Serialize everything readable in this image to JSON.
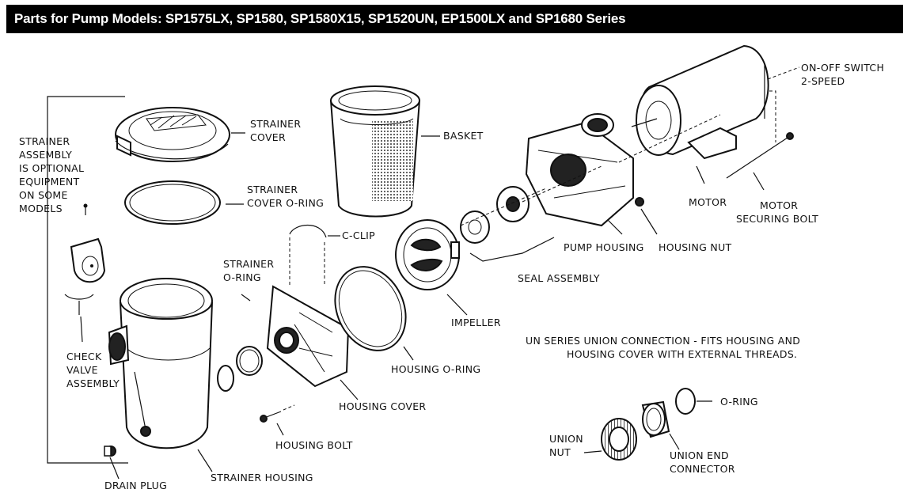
{
  "header": {
    "title": "Parts for Pump Models: SP1575LX, SP1580, SP1580X15, SP1520UN, EP1500LX and SP1680 Series",
    "background_color": "#000000",
    "text_color": "#ffffff"
  },
  "labels": {
    "strainer_assembly_note": [
      "STRAINER",
      "ASSEMBLY",
      "IS OPTIONAL",
      "EQUIPMENT",
      "ON SOME",
      "MODELS"
    ],
    "strainer_cover": [
      "STRAINER",
      "COVER"
    ],
    "strainer_cover_oring": [
      "STRAINER",
      "COVER O-RING"
    ],
    "basket": "BASKET",
    "c_clip": "C-CLIP",
    "strainer_oring": [
      "STRAINER",
      "O-RING"
    ],
    "check_valve_assembly": [
      "CHECK",
      "VALVE",
      "ASSEMBLY"
    ],
    "drain_plug": "DRAIN PLUG",
    "strainer_housing": "STRAINER HOUSING",
    "housing_bolt": "HOUSING BOLT",
    "housing_cover": "HOUSING COVER",
    "housing_oring": "HOUSING O-RING",
    "impeller": "IMPELLER",
    "seal_assembly": "SEAL ASSEMBLY",
    "pump_housing": "PUMP HOUSING",
    "housing_nut": "HOUSING NUT",
    "motor": "MOTOR",
    "motor_securing_bolt": [
      "MOTOR",
      "SECURING BOLT"
    ],
    "on_off_switch": [
      "ON-OFF SWITCH",
      "2-SPEED"
    ],
    "un_series_note": [
      "UN SERIES UNION CONNECTION - FITS HOUSING AND",
      "HOUSING COVER WITH EXTERNAL THREADS."
    ],
    "o_ring": "O-RING",
    "union_nut": [
      "UNION",
      "NUT"
    ],
    "union_end_connector": [
      "UNION END",
      "CONNECTOR"
    ]
  }
}
